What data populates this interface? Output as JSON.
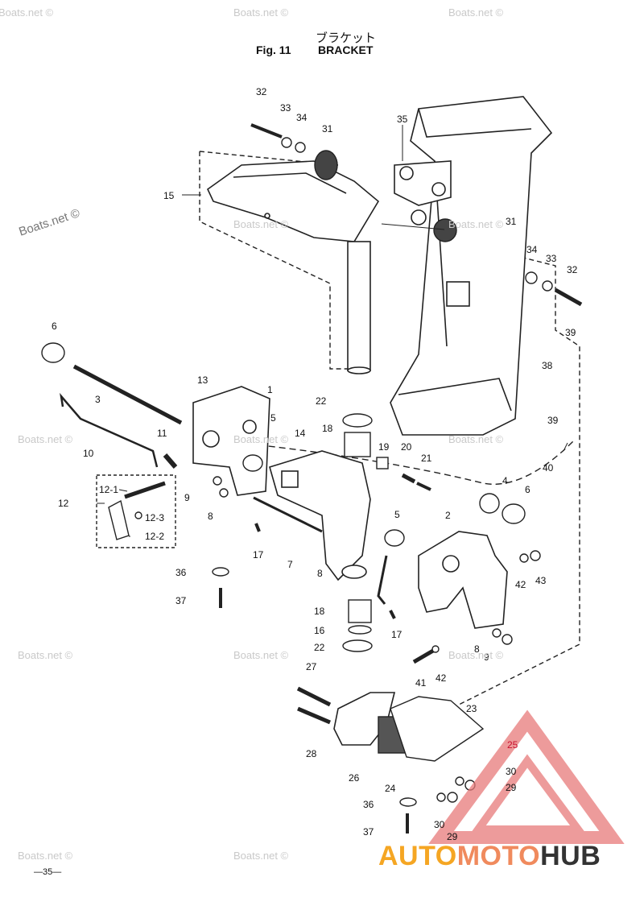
{
  "header": {
    "title_jp": "ブラケット",
    "fig_label": "Fig. 11",
    "title_en": "BRACKET"
  },
  "page_number": "—35—",
  "watermark": "Boats.net ©",
  "logo": {
    "part1": "AUTO",
    "part2": "MOTO",
    "part3": "HUB"
  },
  "callouts": {
    "n32a": "32",
    "n33a": "33",
    "n34a": "34",
    "n31a": "31",
    "n35": "35",
    "n15": "15",
    "n31b": "31",
    "n34b": "34",
    "n33b": "33",
    "n32b": "32",
    "n6a": "6",
    "n3": "3",
    "n13": "13",
    "n1": "1",
    "n5a": "5",
    "n10": "10",
    "n11": "11",
    "n39a": "39",
    "n38": "38",
    "n39b": "39",
    "n22a": "22",
    "n18a": "18",
    "n14": "14",
    "n19": "19",
    "n20": "20",
    "n21": "21",
    "n40": "40",
    "n12": "12",
    "n12_1": "12-1",
    "n12_3": "12-3",
    "n12_2": "12-2",
    "n9a": "9",
    "n8a": "8",
    "n4": "4",
    "n6b": "6",
    "n2": "2",
    "n5b": "5",
    "n17a": "17",
    "n7": "7",
    "n8b": "8",
    "n36a": "36",
    "n37a": "37",
    "n42a": "42",
    "n43": "43",
    "n18b": "18",
    "n16": "16",
    "n17b": "17",
    "n22b": "22",
    "n8c": "8",
    "n9b": "9",
    "n41": "41",
    "n42b": "42",
    "n27": "27",
    "n23": "23",
    "n25": "25",
    "n28": "28",
    "n26": "26",
    "n24": "24",
    "n30a": "30",
    "n29a": "29",
    "n36b": "36",
    "n30b": "30",
    "n37b": "37",
    "n29b": "29"
  }
}
